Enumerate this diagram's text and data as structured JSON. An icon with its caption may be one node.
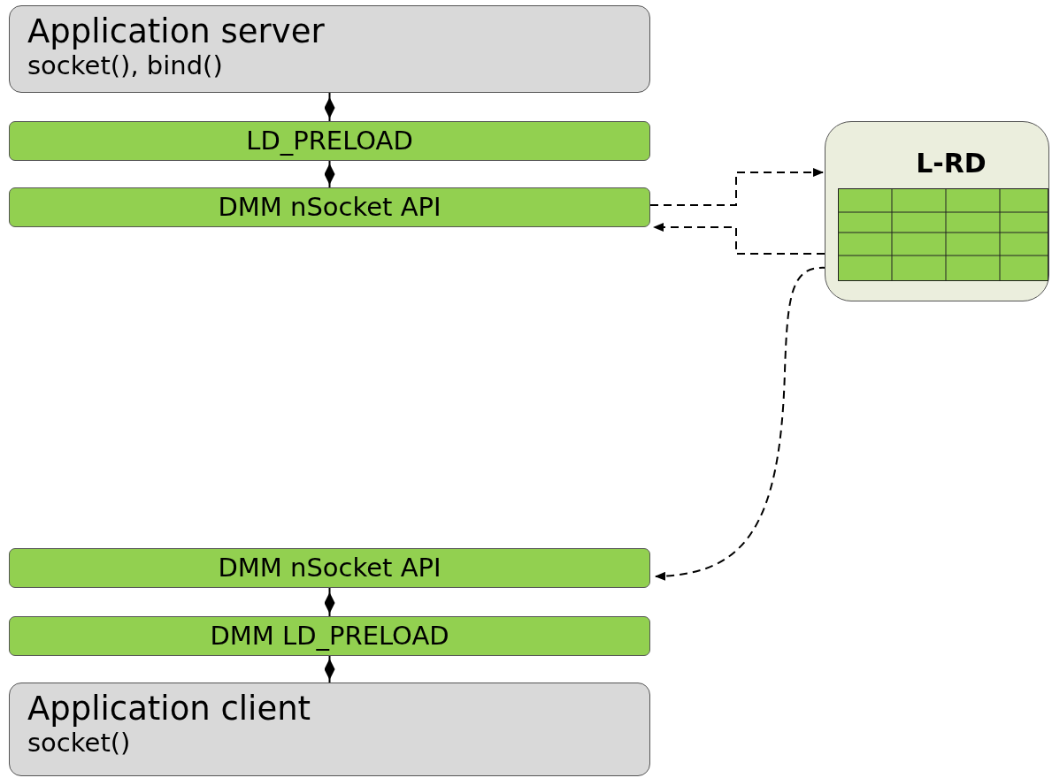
{
  "diagram": {
    "nodes": [
      {
        "text": [
          "Application server",
          "socket(), bind()"
        ]
      },
      {
        "text": [
          "LD_PRELOAD"
        ]
      },
      {
        "text": [
          "DMM nSocket API"
        ]
      },
      {
        "text": [
          "L-RD"
        ]
      },
      {
        "text": [
          "DMM nSocket API"
        ]
      },
      {
        "text": [
          "DMM LD_PRELOAD"
        ]
      },
      {
        "text": [
          "Application client",
          "socket()"
        ]
      }
    ],
    "edges": [
      {
        "from": 0,
        "to": 1,
        "arrow": "other"
      },
      {
        "from": 1,
        "to": 2,
        "arrow": "other"
      },
      {
        "from": 2,
        "to": 3,
        "arrow": "to",
        "style": "dashed"
      },
      {
        "from": 3,
        "to": 2,
        "arrow": "to",
        "style": "dashed"
      },
      {
        "from": 3,
        "to": 4,
        "arrow": "to",
        "style": "dashed"
      },
      {
        "from": 4,
        "to": 5,
        "arrow": "other"
      },
      {
        "from": 5,
        "to": 6,
        "arrow": "other"
      }
    ]
  }
}
